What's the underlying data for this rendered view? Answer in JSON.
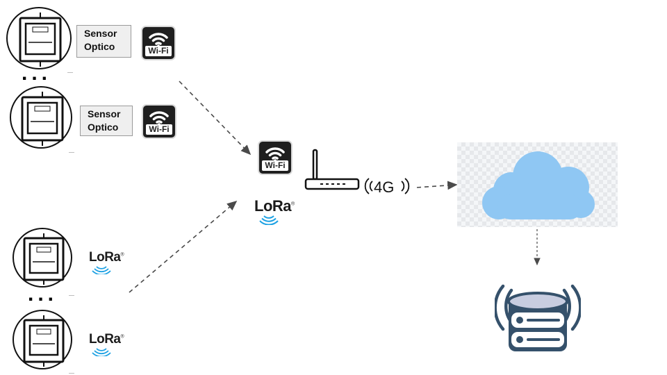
{
  "sensor_label_line1": "Sensor",
  "sensor_label_line2": "Optico",
  "wifi_label": "Wi-Fi",
  "lora_label": "LoRa",
  "lora_mark": "®",
  "ellipsis": "...",
  "g4_label": "4G",
  "colors": {
    "cloud": "#8fc7f3",
    "db_blue": "#35516b",
    "db_light": "#c8cde0",
    "lora_waves": "#1da1e3",
    "arrow": "#4a4a4a",
    "meter_outline": "#111111"
  },
  "icons": [
    "electric-meter-icon",
    "wifi-icon",
    "lora-icon",
    "router-icon",
    "4g-signal-icon",
    "cloud-icon",
    "database-server-icon"
  ]
}
